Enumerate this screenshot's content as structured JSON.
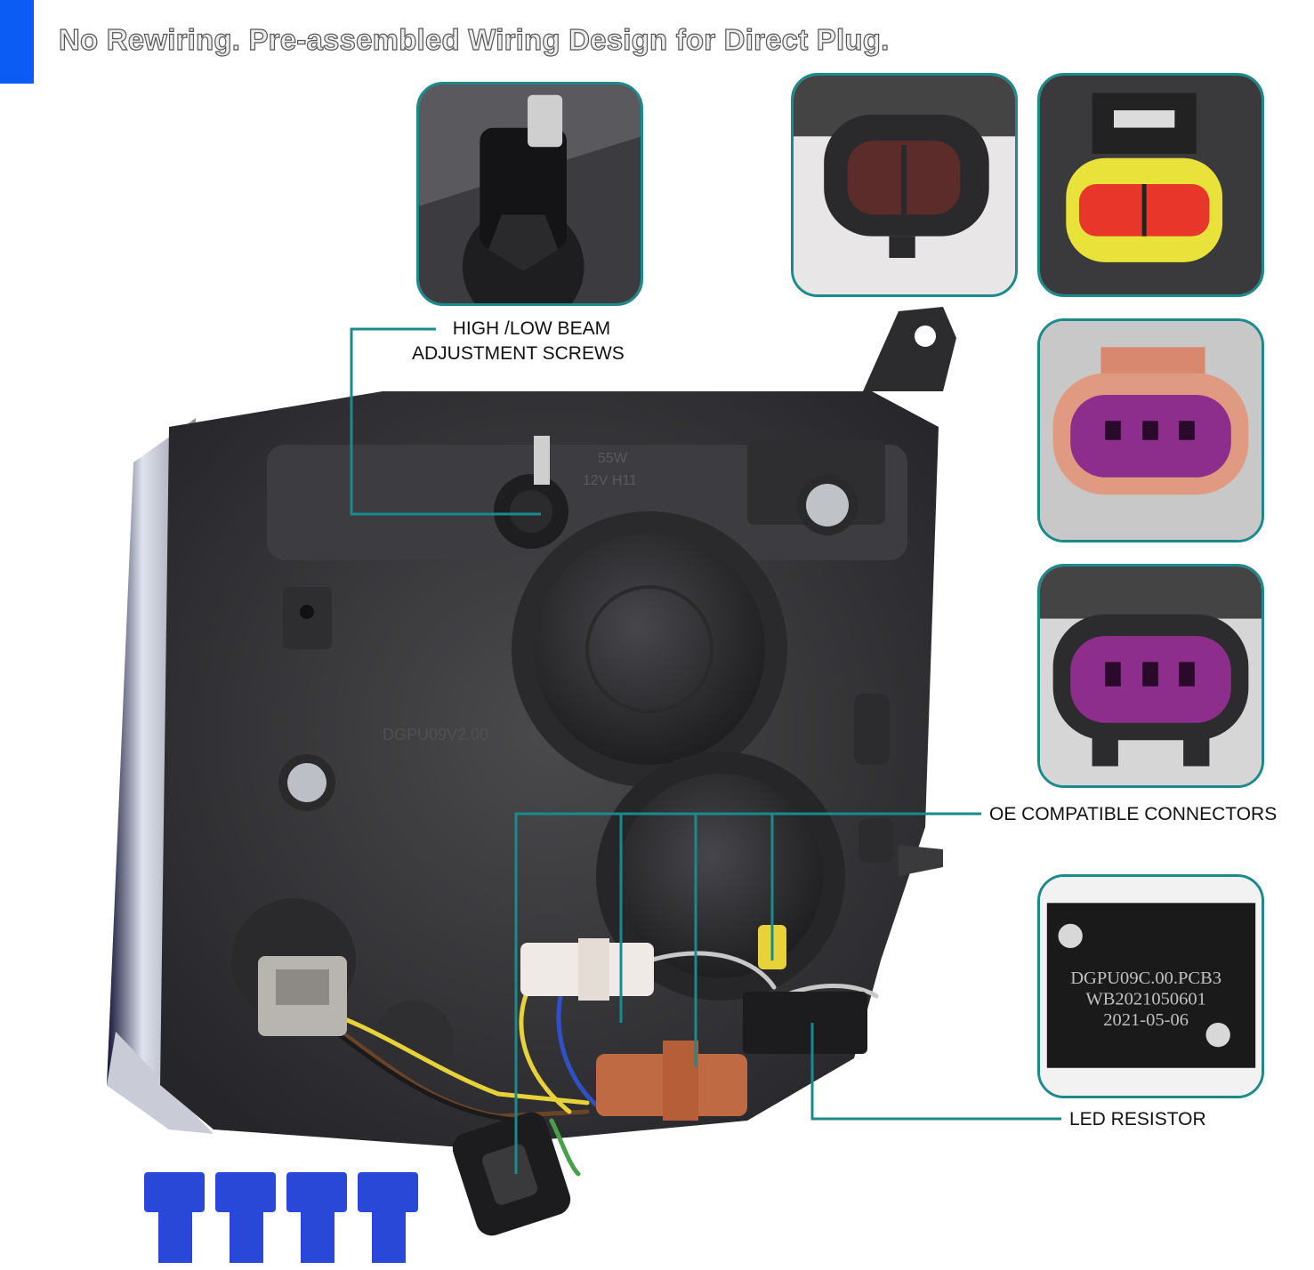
{
  "headline": "No Rewiring. Pre-assembled Wiring Design for Direct Plug.",
  "callouts": {
    "beam_screws": {
      "line1": "HIGH /LOW BEAM",
      "line2": "ADJUSTMENT SCREWS"
    },
    "connectors": "OE COMPATIBLE CONNECTORS",
    "resistor": "LED RESISTOR"
  },
  "housing_markings": {
    "bulb_rating": "55W",
    "bulb_type": "12V H11",
    "part_code": "DGPU09V2.00"
  },
  "resistor_label": {
    "line1": "DGPU09C.00.PCB3",
    "line2": "WB2021050601",
    "line3": "2021-05-06"
  },
  "colors": {
    "accent": "#0a5cf5",
    "callout_line": "#1b8a8c",
    "housing": "#3a3a3c",
    "connector_purple": "#8e2e8c",
    "connector_red": "#e8372a",
    "connector_yellow": "#e8e23a",
    "connector_brown": "#b8643e",
    "quick_splice_blue": "#2a48d8"
  }
}
